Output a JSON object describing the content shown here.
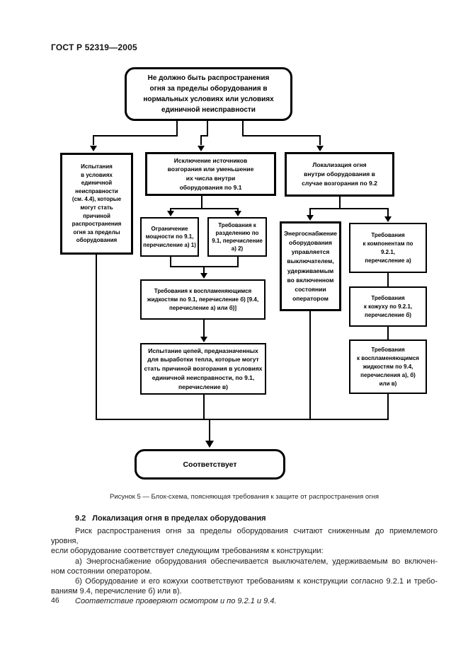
{
  "page": {
    "header": "ГОСТ Р 52319—2005",
    "page_number": "46"
  },
  "figure": {
    "caption": "Рисунок 5 — Блок-схема, поясняющая требования к защите от распространения огня",
    "boxes": {
      "goal": "Не должно быть распространения\nогня за пределы оборудования в\nнормальных условиях или условиях\nединичной неисправности",
      "tests": "Испытания\nв условиях\nединичной\nнеисправности\n(см. 4.4), которые\nмогут стать\nпричиной\nраспространения\nогня за пределы\nоборудования",
      "exclusion": "Исключение источников\nвозгорания или уменьшение\nих числа внутри\nоборудования по 9.1",
      "localization": "Локализация огня\nвнутри оборудования в\nслучае возгорания по 9.2",
      "power_limit": "Ограничение\nмощности по 9.1,\nперечисление а) 1)",
      "separation": "Требования к\nразделению по\n9.1, перечисление\nа) 2)",
      "liquids_91": "Требования к воспламеняющимся\nжидкостям по 9.1, перечисление б) [9.4,\nперечисление а) или б)]",
      "heat_circuits": "Испытание цепей, предназначенных\nдля выработки тепла, которые могут\nстать причиной возгорания в условиях\nединичной неисправности, по 9.1,\nперечисление в)",
      "power_switch": "Энергоснабжение\nоборудования\nуправляется\nвыключателем,\nудерживаемым\nво включенном\nсостоянии\nоператором",
      "components": "Требования\nк компонентам по\n9.2.1,\nперечисление а)",
      "enclosure": "Требования\nк кожуху по 9.2.1,\nперечисление б)",
      "liquids_94": "Требования\nк воспламеняющимся\nжидкостям по 9.4,\nперечисления а), б)\nили в)",
      "comply": "Соответствует"
    }
  },
  "section": {
    "heading_number": "9.2",
    "heading_title": "Локализация огня в пределах оборудования",
    "lines": [
      {
        "text": "Риск распространения огня за пределы оборудования считают сниженным до приемлемого уровня,"
      },
      {
        "text": "если оборудование соответствует следующим требованиям к конструкции:"
      },
      {
        "text": "а) Энергоснабжение оборудования обеспечивается выключателем, удерживаемым во включен-"
      },
      {
        "text": "ном состоянии оператором."
      },
      {
        "text": "б) Оборудование и его кожухи соответствуют требованиям к конструкции согласно 9.2.1 и требо-"
      },
      {
        "text": "ваниям 9.4, перечисление б) или в)."
      },
      {
        "text": "Соответствие проверяют осмотром и по 9.2.1 и 9.4."
      }
    ]
  }
}
